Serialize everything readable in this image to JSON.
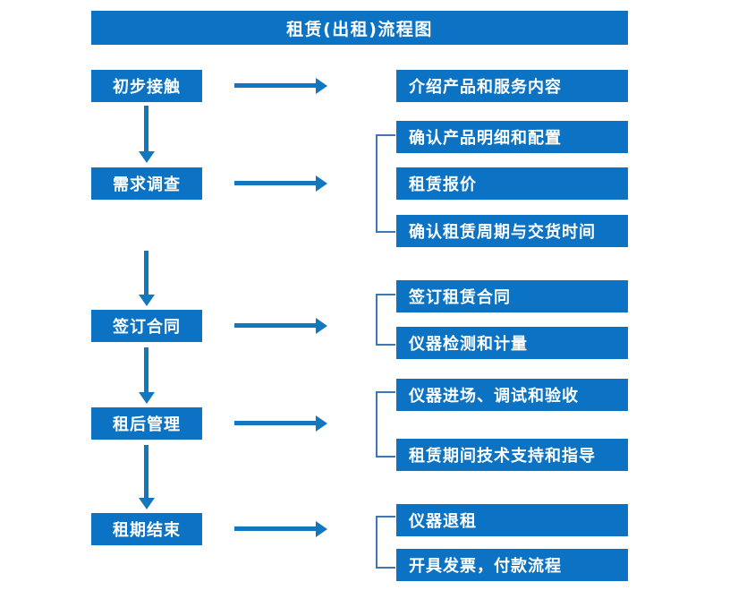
{
  "diagram": {
    "title": "租赁(出租)流程图",
    "theme": {
      "box_fill": "#0b72c4",
      "box_text": "#ffffff",
      "arrow": "#1277bd",
      "bracket": "#3f76b5",
      "background": "#ffffff"
    },
    "stages": [
      {
        "id": "stage-1",
        "label": "初步接触"
      },
      {
        "id": "stage-2",
        "label": "需求调查"
      },
      {
        "id": "stage-3",
        "label": "签订合同"
      },
      {
        "id": "stage-4",
        "label": "租后管理"
      },
      {
        "id": "stage-5",
        "label": "租期结束"
      }
    ],
    "details": [
      {
        "id": "detail-1-1",
        "label": "介绍产品和服务内容"
      },
      {
        "id": "detail-2-1",
        "label": "确认产品明细和配置"
      },
      {
        "id": "detail-2-2",
        "label": "租赁报价"
      },
      {
        "id": "detail-2-3",
        "label": "确认租赁周期与交货时间"
      },
      {
        "id": "detail-3-1",
        "label": "签订租赁合同"
      },
      {
        "id": "detail-3-2",
        "label": "仪器检测和计量"
      },
      {
        "id": "detail-4-1",
        "label": "仪器进场、调试和验收"
      },
      {
        "id": "detail-4-2",
        "label": "租赁期间技术支持和指导"
      },
      {
        "id": "detail-5-1",
        "label": "仪器退租"
      },
      {
        "id": "detail-5-2",
        "label": "开具发票，付款流程"
      }
    ],
    "connectors": {
      "horizontal_arrow_icon": "right-arrow-icon",
      "vertical_arrow_icon": "down-arrow-icon",
      "group_bracket_icon": "group-bracket-icon"
    }
  }
}
